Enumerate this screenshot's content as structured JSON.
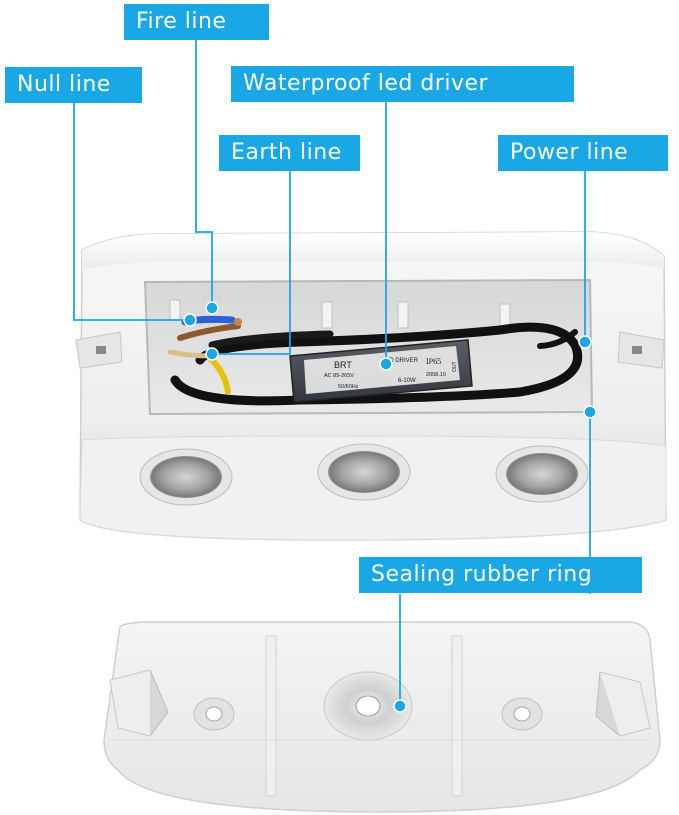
{
  "labels": {
    "fire_line": "Fire line",
    "null_line": "Null line",
    "driver": "Waterproof led driver",
    "earth_line": "Earth line",
    "power_line": "Power line",
    "sealing_ring": "Sealing rubber ring"
  },
  "driver_text": {
    "brand": "BRT",
    "title": "LED DRIVER",
    "ip": "IP65",
    "input": "AC 85-265V",
    "freq": "50/60Hz",
    "power": "6-10W",
    "date": "2058.10",
    "out": "OUT"
  },
  "colors": {
    "callout": "#1aa7e6",
    "callout_text": "#ffffff",
    "leader": "#1aa7e6"
  }
}
